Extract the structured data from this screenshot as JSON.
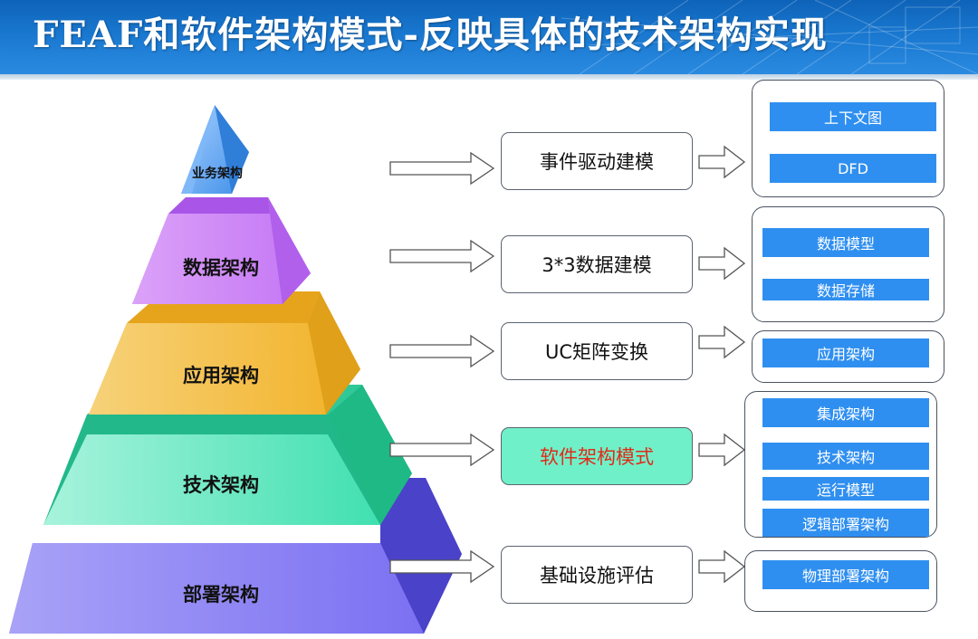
{
  "header": {
    "title": "FEAF和软件架构模式-反映具体的技术架构实现"
  },
  "pyramid": {
    "tiers": [
      {
        "label": "业务架构"
      },
      {
        "label": "数据架构"
      },
      {
        "label": "应用架构"
      },
      {
        "label": "技术架构"
      },
      {
        "label": "部署架构"
      }
    ]
  },
  "processes": [
    {
      "label": "事件驱动建模"
    },
    {
      "label": "3*3数据建模"
    },
    {
      "label": "UC矩阵变换"
    },
    {
      "label": "软件架构模式"
    },
    {
      "label": "基础设施评估"
    }
  ],
  "outputs": [
    {
      "items": [
        "上下文图",
        "DFD"
      ]
    },
    {
      "items": [
        "数据模型",
        "数据存储"
      ]
    },
    {
      "items": [
        "应用架构"
      ]
    },
    {
      "items": [
        "集成架构",
        "技术架构",
        "运行模型",
        "逻辑部署架构"
      ]
    },
    {
      "items": [
        "物理部署架构"
      ]
    }
  ],
  "colors": {
    "header": "#1977cf",
    "business": "#3d8ee8",
    "data": "#c77cf5",
    "application": "#f2b530",
    "technology": "#40e0b0",
    "deployment": "#7b70f2",
    "output_box": "#2f8ff0",
    "highlight_fill": "#70f0c8",
    "highlight_text": "#e02b1b"
  }
}
